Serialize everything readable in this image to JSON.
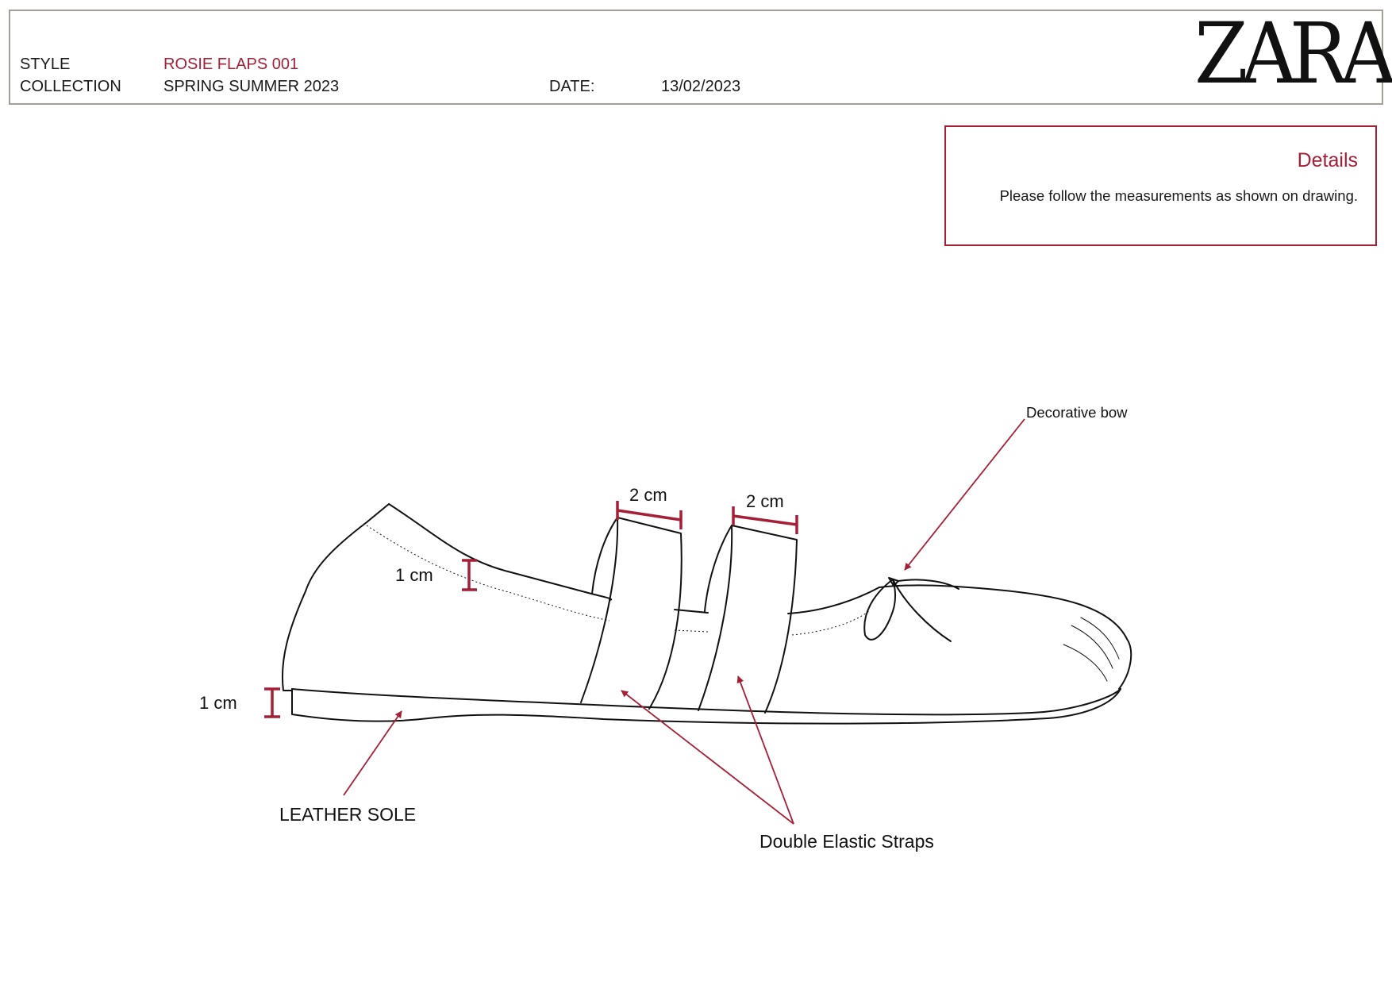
{
  "header": {
    "style_label": "STYLE",
    "style_value": "ROSIE FLAPS 001",
    "collection_label": "COLLECTION",
    "collection_value": "SPRING SUMMER 2023",
    "date_label": "DATE:",
    "date_value": "13/02/2023",
    "brand": "ZARA"
  },
  "details": {
    "title": "Details",
    "text": "Please follow the measurements as shown on drawing."
  },
  "annotations": {
    "decorative_bow": "Decorative bow",
    "strap1_width": "2 cm",
    "strap2_width": "2 cm",
    "collar_binding": "1 cm",
    "sole_height": "1 cm",
    "leather_sole": "LEATHER SOLE",
    "elastic_straps": "Double Elastic Straps"
  },
  "colors": {
    "accent": "#a51f36",
    "line": "#111111",
    "header_border": "#a39e97"
  }
}
